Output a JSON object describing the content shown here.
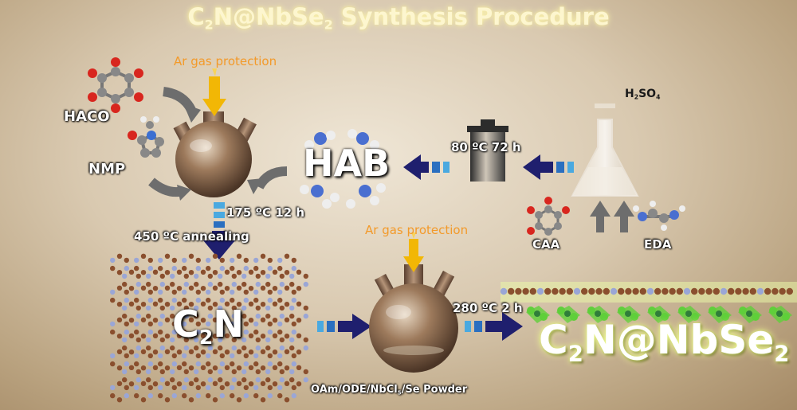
{
  "title": {
    "main": "C",
    "sub1": "2",
    "mid": "N@NbSe",
    "sub2": "2",
    "tail": " Synthesis Procedure"
  },
  "labels": {
    "ar_top": "Ar gas protection",
    "haco": "HACO",
    "nmp": "NMP",
    "hab": "HAB",
    "cond_hab": "80 ºC 72 h",
    "h2so4_a": "H",
    "h2so4_sub1": "2",
    "h2so4_b": "SO",
    "h2so4_sub2": "4",
    "caa": "CAA",
    "eda": "EDA",
    "cond_reflux": "175 ºC 12 h",
    "anneal": "450 ºC annealing",
    "c2n_a": "C",
    "c2n_sub": "2",
    "c2n_b": "N",
    "ar_bottom": "Ar gas protection",
    "cond_final": "280 ºC 2 h",
    "product_a": "C",
    "product_sub1": "2",
    "product_b": "N@NbSe",
    "product_sub2": "2",
    "reagents_a": "OAm/ODE/NbCl",
    "reagents_sub": "5",
    "reagents_b": "/Se Powder"
  },
  "colors": {
    "arrow_navy": "#1f1f6e",
    "gas_yellow": "#f2b705",
    "label_orange": "#f39a2a",
    "carbon_brown": "#8a4f2e",
    "nitrogen_blue": "#9aa6d6",
    "selenium_green": "#5fcf3a"
  }
}
